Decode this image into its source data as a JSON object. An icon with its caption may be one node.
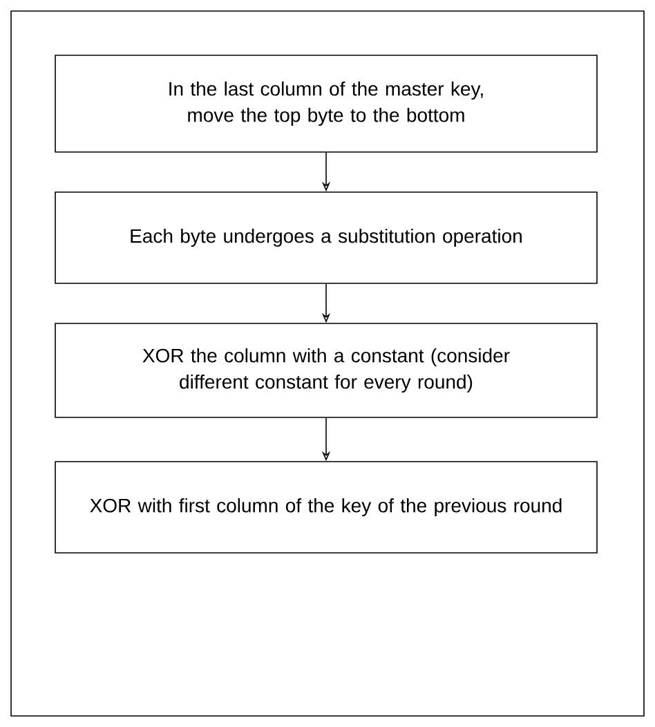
{
  "diagram": {
    "nodes": [
      {
        "text": [
          "In the last column of the master key, move the top byte to the bottom"
        ]
      },
      {
        "text": [
          "Each byte undergoes a substitution operation"
        ]
      },
      {
        "text": [
          "XOR the column with a constant (consider different constant for every round)"
        ]
      },
      {
        "text": [
          "XOR with first column of the key of the previous round"
        ]
      }
    ],
    "edges": [
      {
        "from": 0,
        "to": 1,
        "arrow": "to"
      },
      {
        "from": 1,
        "to": 2,
        "arrow": "to"
      },
      {
        "from": 2,
        "to": 3,
        "arrow": "to"
      }
    ]
  }
}
